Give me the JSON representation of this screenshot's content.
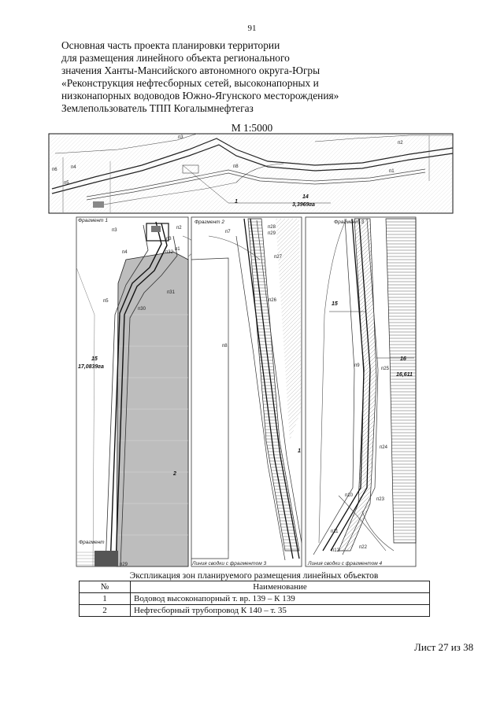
{
  "page_number": "91",
  "title_lines": [
    "Основная часть проекта планировки территории",
    "для размещения линейного объекта регионального",
    "значения Ханты-Мансийского автономного округа-Югры",
    "«Реконструкция нефтесборных сетей, высоконапорных и",
    "низконапорных водоводов Южно-Ягунского месторождения»",
    "Землепользователь ТПП Когалымнефтегаз"
  ],
  "scale": "М 1:5000",
  "map_labels": {
    "n1": "п1",
    "n2": "п2",
    "n3": "п3",
    "n4": "п4",
    "n5": "п5",
    "n6": "п6",
    "n7": "п7",
    "n8": "п8",
    "n9": "п9",
    "n10": "п10",
    "n11": "п11",
    "n12": "п12",
    "n22": "п22",
    "n23": "п23",
    "n24": "п24",
    "n25": "п25",
    "n26": "п26",
    "n27": "п27",
    "n28": "п28",
    "n29": "п29",
    "n30": "п30",
    "n31": "п31",
    "n32": "п32",
    "zone1": "1",
    "zone2": "2",
    "parcel14": "14",
    "parcel14_area": "3,3969га",
    "parcel15": "15",
    "parcel15_area": "17,0839га",
    "parcel16": "16",
    "parcel16_area": "16,611",
    "fragment1": "Фрагмент 1",
    "fragment2": "Фрагмент 2",
    "fragment3": "Фрагмент 3",
    "match_line_3": "Линия сводки с фрагментом 3",
    "match_line_4": "Линия сводки с фрагментом 4",
    "fragment_bottom": "Фрагмент"
  },
  "explication": {
    "caption": "Экспликация зон планируемого размещения линейных объектов",
    "headers": {
      "num": "№",
      "name": "Наименование"
    },
    "rows": [
      {
        "num": "1",
        "name": "Водовод высоконапорный т. вр. 139 – К 139"
      },
      {
        "num": "2",
        "name": "Нефтесборный трубопровод К 140 – т. 35"
      }
    ]
  },
  "sheet": "Лист 27 из 38"
}
